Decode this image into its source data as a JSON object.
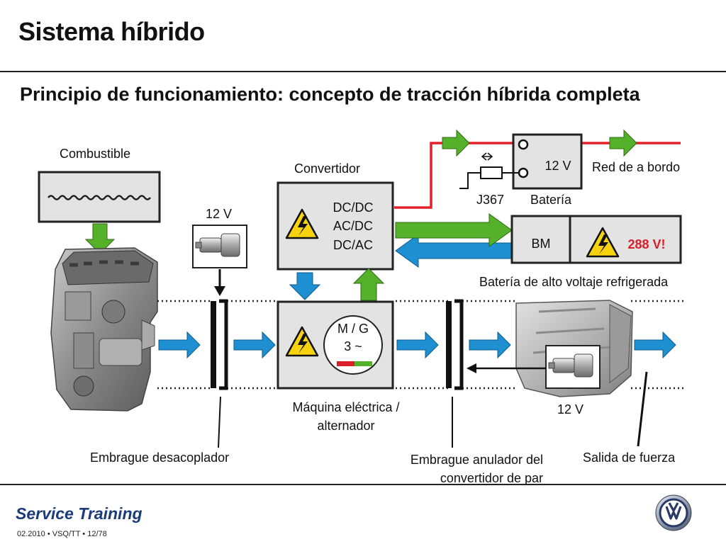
{
  "slide": {
    "title": "Sistema híbrido",
    "subtitle": "Principio de funcionamiento: concepto de tracción híbrida completa"
  },
  "diagram": {
    "labels": {
      "combustible": "Combustible",
      "convertidor": "Convertidor",
      "converter_lines": [
        "DC/DC",
        "AC/DC",
        "DC/AC"
      ],
      "starter_voltage": "12 V",
      "battery_12v": "12 V",
      "battery_label": "Batería",
      "j367": "J367",
      "red_de_a_bordo": "Red de a bordo",
      "bm": "BM",
      "hv_voltage": "288 V!",
      "hv_battery": "Batería de alto voltaje refrigerada",
      "mg_top": "M / G",
      "mg_bottom": "3 ~",
      "machine": "Máquina eléctrica / alternador",
      "gearbox_starter_voltage": "12 V",
      "clutch_decoupler": "Embrague desacoplador",
      "lockup_clutch": "Embrague anulador del convertidor de par",
      "power_output": "Salida de fuerza"
    },
    "colors": {
      "flow_arrow_blue": "#1e8fd0",
      "green_arrow": "#55b02a",
      "red_line": "#e3202a",
      "warning_yellow": "#f7d30f",
      "hv_text_red": "#d9202a",
      "box_fill": "#e3e3e3"
    }
  },
  "footer": {
    "brand": "Service Training",
    "meta": "02.2010 • VSQ/TT • 12/78"
  }
}
